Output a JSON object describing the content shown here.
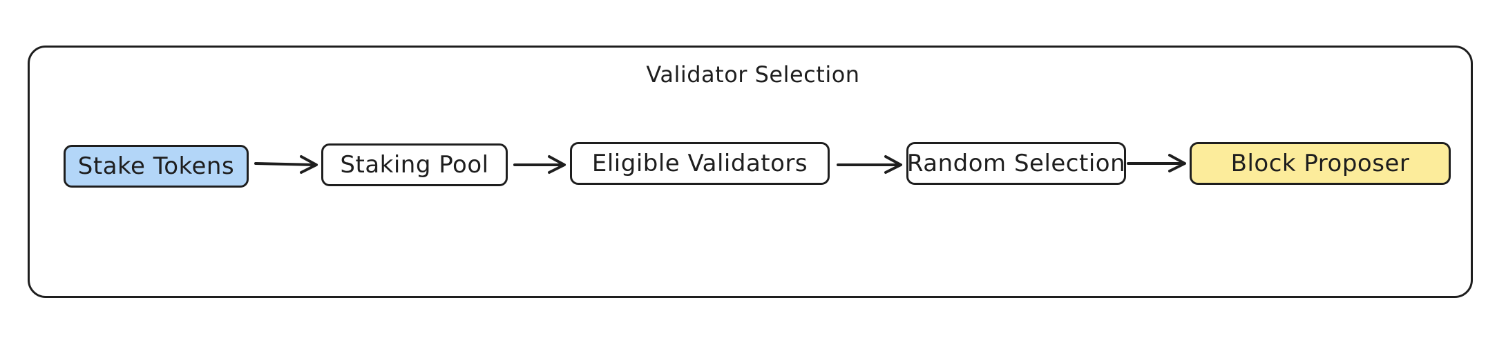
{
  "diagram": {
    "title": "Validator Selection",
    "nodes": [
      {
        "id": "stake-tokens",
        "label": "Stake Tokens",
        "fill": "#b3d6f8"
      },
      {
        "id": "staking-pool",
        "label": "Staking Pool",
        "fill": "#ffffff"
      },
      {
        "id": "eligible-validators",
        "label": "Eligible Validators",
        "fill": "#ffffff"
      },
      {
        "id": "random-selection",
        "label": "Random Selection",
        "fill": "#ffffff"
      },
      {
        "id": "block-proposer",
        "label": "Block Proposer",
        "fill": "#fcec9b"
      }
    ],
    "edges": [
      {
        "from": "stake-tokens",
        "to": "staking-pool"
      },
      {
        "from": "staking-pool",
        "to": "eligible-validators"
      },
      {
        "from": "eligible-validators",
        "to": "random-selection"
      },
      {
        "from": "random-selection",
        "to": "block-proposer"
      }
    ],
    "stroke_color": "#1e1e1e"
  }
}
